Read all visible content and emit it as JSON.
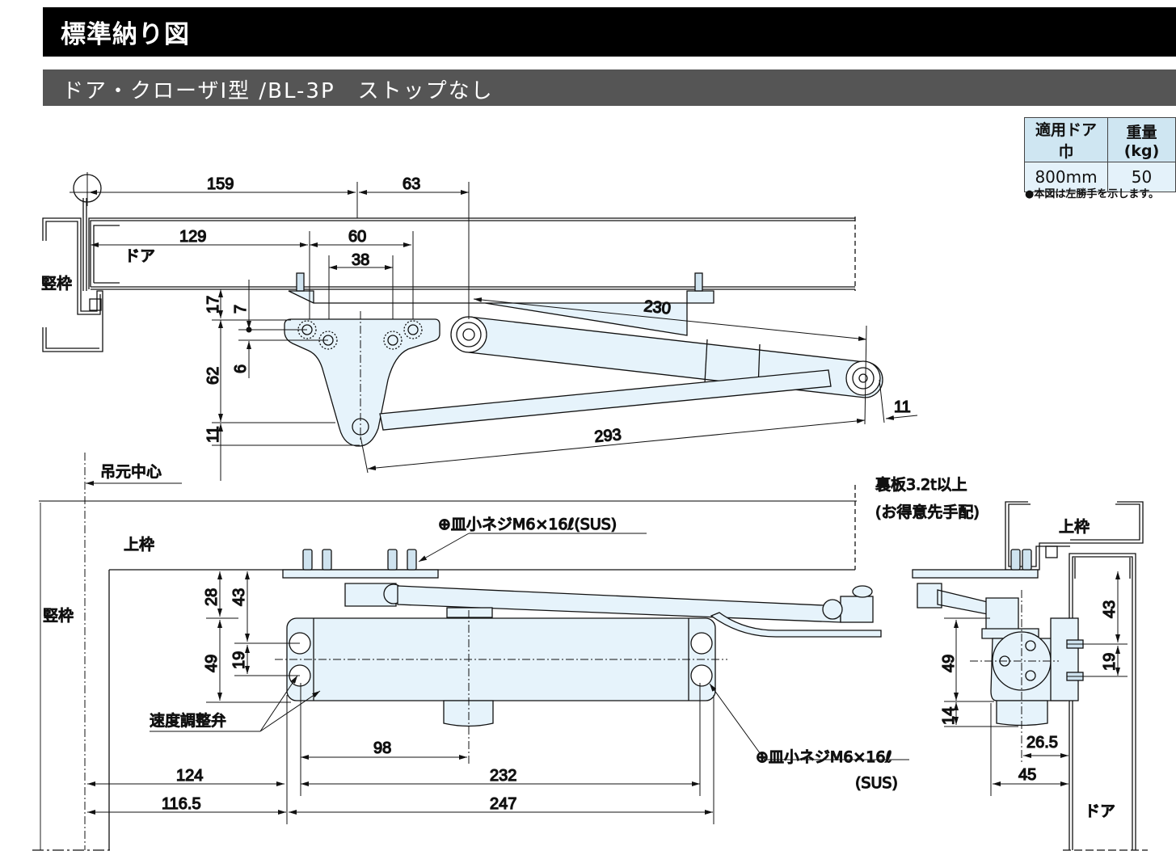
{
  "header": {
    "title": "標準納り図",
    "subtitle": "ドア・クローザⅠ型 /BL-3P　ストップなし"
  },
  "spec_table": {
    "headers": [
      "適用ドア巾",
      "重量(kg)"
    ],
    "values": [
      "800mm",
      "50"
    ],
    "note": "●本図は左勝手を示します。"
  },
  "plan_view": {
    "labels": {
      "frame": "竪枠",
      "door": "ドア"
    },
    "dims": {
      "d159": "159",
      "d63": "63",
      "d129": "129",
      "d60": "60",
      "d38": "38",
      "d17": "17",
      "d7": "7",
      "d6": "6",
      "d62": "62",
      "d11_left": "11",
      "d230": "230",
      "d293": "293",
      "d11_right": "11"
    }
  },
  "front_view": {
    "labels": {
      "pivot_center": "吊元中心",
      "top_frame": "上枠",
      "side_frame": "竪枠",
      "screw_top": "⊕皿小ネジM6×16ℓ(SUS)",
      "speed_valve": "速度調整弁",
      "screw_bottom_1": "⊕皿小ネジM6×16ℓ",
      "screw_bottom_2": "(SUS)"
    },
    "dims": {
      "d28": "28",
      "d43": "43",
      "d49": "49",
      "d19": "19",
      "d98": "98",
      "d124": "124",
      "d232": "232",
      "d116_5": "116.5",
      "d247": "247"
    }
  },
  "side_view": {
    "labels": {
      "back_plate_1": "裏板3.2t以上",
      "back_plate_2": "(お得意先手配)",
      "top_frame": "上枠",
      "door": "ドア"
    },
    "dims": {
      "d43": "43",
      "d19": "19",
      "d49": "49",
      "d14": "14",
      "d26_5": "26.5",
      "d45": "45"
    }
  }
}
